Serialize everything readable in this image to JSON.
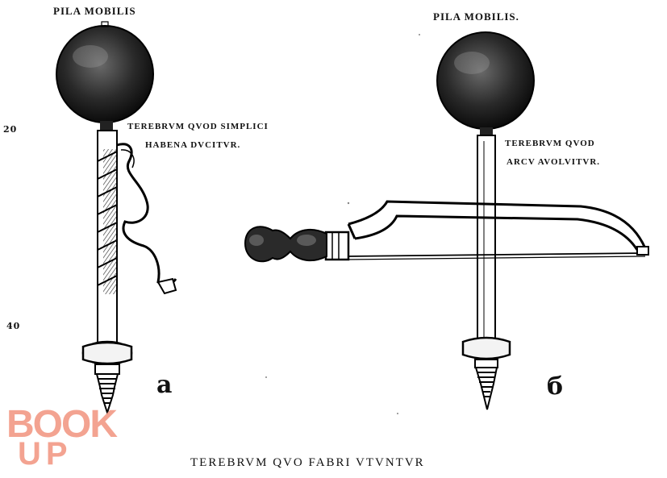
{
  "figure_a": {
    "title": "PILA MOBILIS",
    "label_line1": "TEREBRVM QVOD SIMPLICI",
    "label_line2": "HABENA DVCITVR.",
    "letter": "а"
  },
  "figure_b": {
    "title": "PILA MOBILIS.",
    "label_line1": "TEREBRVM QVOD",
    "label_line2": "ARCV AVOLVITVR.",
    "letter": "б"
  },
  "margin": {
    "number_top": "20",
    "number_bottom": "40"
  },
  "caption": "TEREBRVM QVO FABRI VTVNTVR",
  "watermark": {
    "line1": "BOOK",
    "line2": "UP",
    "color": "#f29a86"
  },
  "colors": {
    "ink": "#111111",
    "paper": "#ffffff"
  }
}
